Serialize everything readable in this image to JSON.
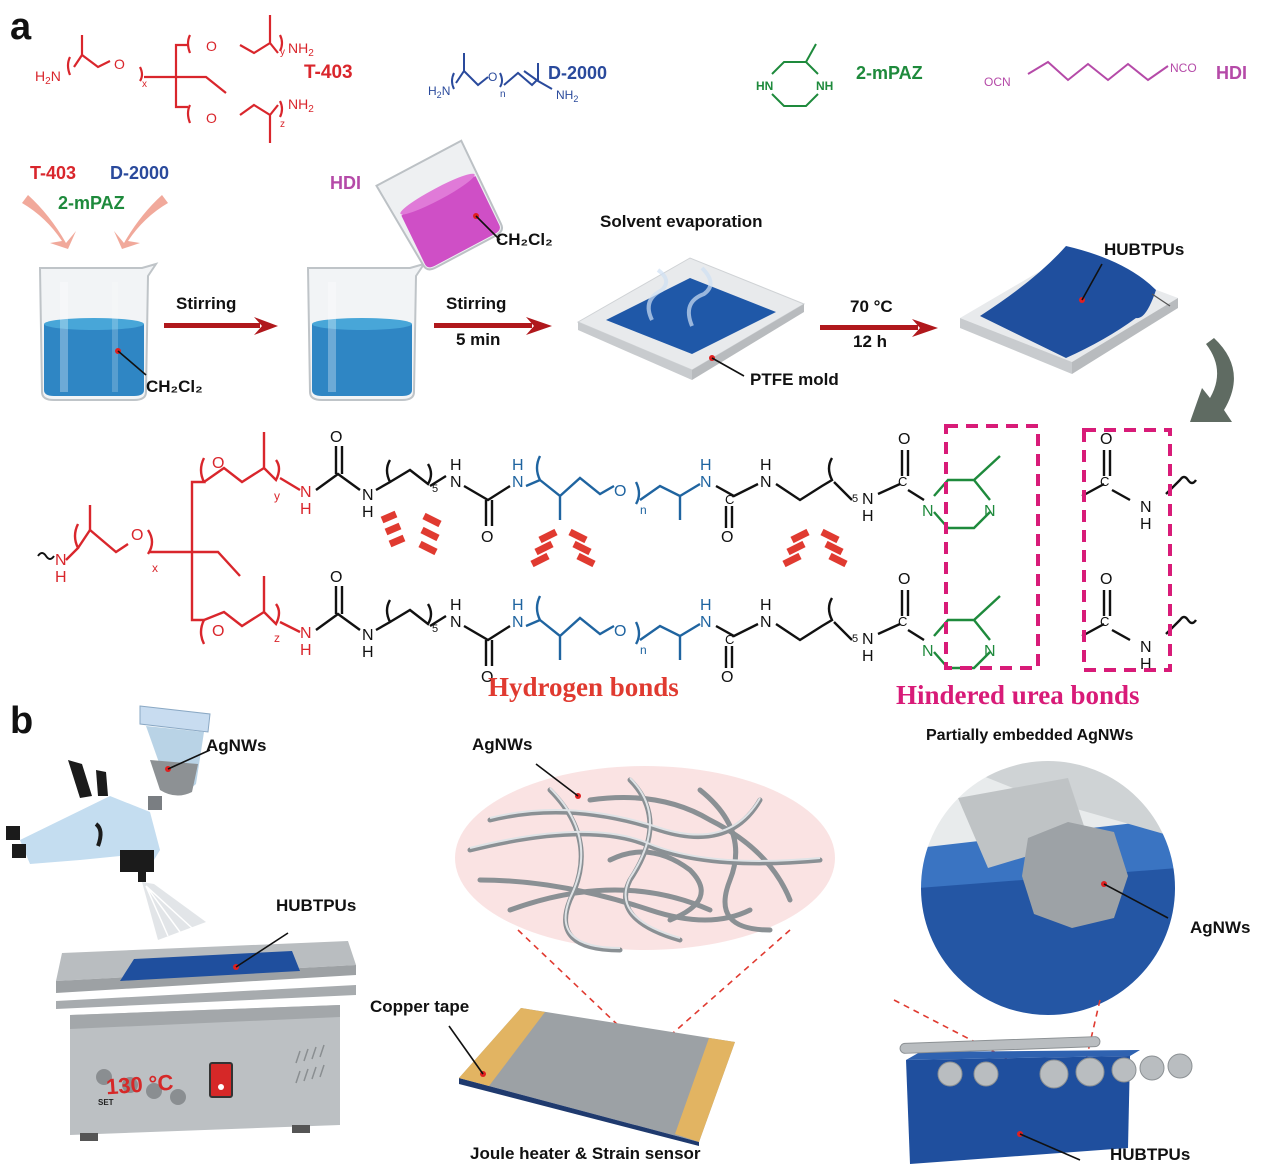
{
  "colors": {
    "t403": "#d9262c",
    "d2000": "#2a4a9c",
    "mpaz": "#1e8a3c",
    "hdi": "#b54aa8",
    "hbond": "#e03a30",
    "hindered": "#d81b78",
    "chain_blue": "#1f64a0",
    "film_blue": "#1f4f9e",
    "arrow_red": "#b0181c"
  },
  "panel_a": {
    "letter": "a",
    "reagents": [
      {
        "name": "T-403",
        "color_key": "t403",
        "fragments": [
          "H₂N",
          "O",
          "x",
          "NH₂",
          "y",
          "NH₂",
          "z",
          "O",
          "O"
        ]
      },
      {
        "name": "D-2000",
        "color_key": "d2000",
        "fragments": [
          "H₂N",
          "O",
          "n",
          "NH₂"
        ]
      },
      {
        "name": "2-mPAZ",
        "color_key": "mpaz",
        "fragments": [
          "HN",
          "NH"
        ]
      },
      {
        "name": "HDI",
        "color_key": "hdi",
        "fragments": [
          "OCN",
          "NCO"
        ]
      }
    ],
    "process": {
      "inputs": {
        "t403": "T-403",
        "d2000": "D-2000",
        "mpaz": "2-mPAZ"
      },
      "beaker1_label": "CH₂Cl₂",
      "step1": {
        "top": "Stirring",
        "bottom": ""
      },
      "hdi_label": "HDI",
      "hdi_solvent": "CH₂Cl₂",
      "step2": {
        "top": "Stirring",
        "bottom": "5 min"
      },
      "evaporation_title": "Solvent evaporation",
      "mold_label": "PTFE mold",
      "step3": {
        "top": "70 °C",
        "bottom": "12 h"
      },
      "film_label": "HUBTPUs"
    },
    "structure": {
      "atoms": {
        "N": "N",
        "H": "H",
        "O": "O",
        "C": "C",
        "NH": "NH"
      },
      "subscripts": {
        "x": "x",
        "y": "y",
        "z": "z",
        "n": "n",
        "five": "5"
      },
      "hydrogen_bonds_label": "Hydrogen bonds",
      "hindered_urea_label": "Hindered urea bonds"
    }
  },
  "panel_b": {
    "letter": "b",
    "spray_label": "AgNWs",
    "hotplate_film_label": "HUBTPUs",
    "hotplate_temp": "130 °C",
    "hotplate_set_label": "SET",
    "network_label": "AgNWs",
    "copper_label": "Copper tape",
    "device_caption": "Joule heater & Strain sensor",
    "embedded_title": "Partially embedded AgNWs",
    "embedded_wire_label": "AgNWs",
    "embedded_substrate_label": "HUBTPUs"
  }
}
